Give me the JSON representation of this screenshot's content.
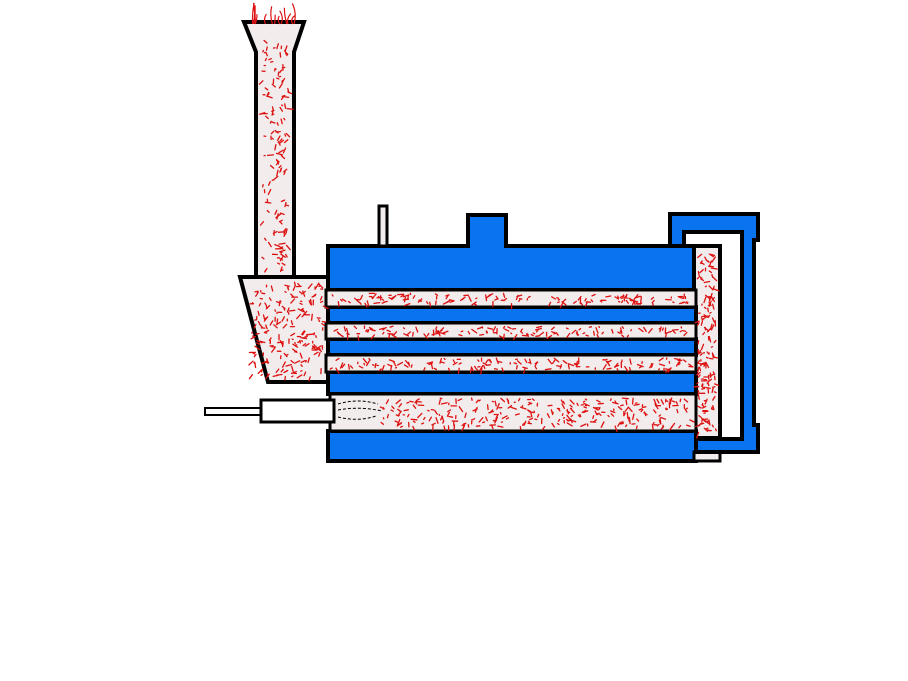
{
  "diagram": {
    "type": "fire-tube-boiler-schematic",
    "labels": [],
    "colors": {
      "water": "#0a74f0",
      "outline": "#000000",
      "flue_gas": "#f2ecec",
      "flue_dots": "#dd1111",
      "background": "#ffffff"
    },
    "components": [
      "chimney",
      "smokebox",
      "boiler-shell",
      "steam-dome",
      "safety-valve-pipe",
      "fire-tube",
      "burner",
      "rear-combustion-chamber",
      "water-circulation-pipe"
    ]
  }
}
